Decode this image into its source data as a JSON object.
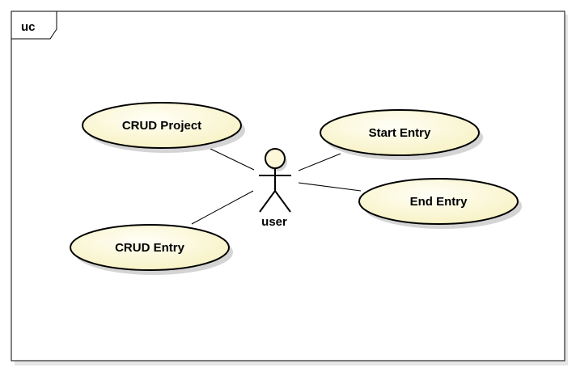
{
  "frame": {
    "label": "uc"
  },
  "actor": {
    "name": "user"
  },
  "use_cases": {
    "crud_project": "CRUD Project",
    "start_entry": "Start Entry",
    "end_entry": "End Entry",
    "crud_entry": "CRUD Entry"
  },
  "colors": {
    "use_case_fill_light": "#fffff2",
    "use_case_fill_dark": "#f7f1c2",
    "actor_head_fill": "#fbf7d8",
    "shadow": "#d4d4d4",
    "stroke": "#000000"
  }
}
